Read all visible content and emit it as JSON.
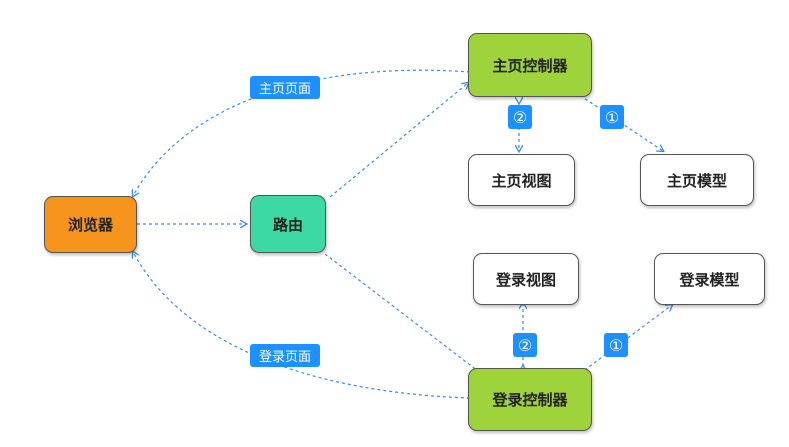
{
  "colors": {
    "browser": "#f7941d",
    "router": "#3dd9a4",
    "controller": "#9fd33c",
    "plain": "#ffffff",
    "tag": "#1e90ff",
    "arrow": "#3a8de6"
  },
  "nodes": {
    "browser": "浏览器",
    "router": "路由",
    "home_controller": "主页控制器",
    "home_view": "主页视图",
    "home_model": "主页模型",
    "login_view": "登录视图",
    "login_model": "登录模型",
    "login_controller": "登录控制器"
  },
  "labels": {
    "home_page": "主页页面",
    "login_page": "登录页面",
    "home_step1": "①",
    "home_step2": "②",
    "login_step1": "①",
    "login_step2": "②"
  }
}
